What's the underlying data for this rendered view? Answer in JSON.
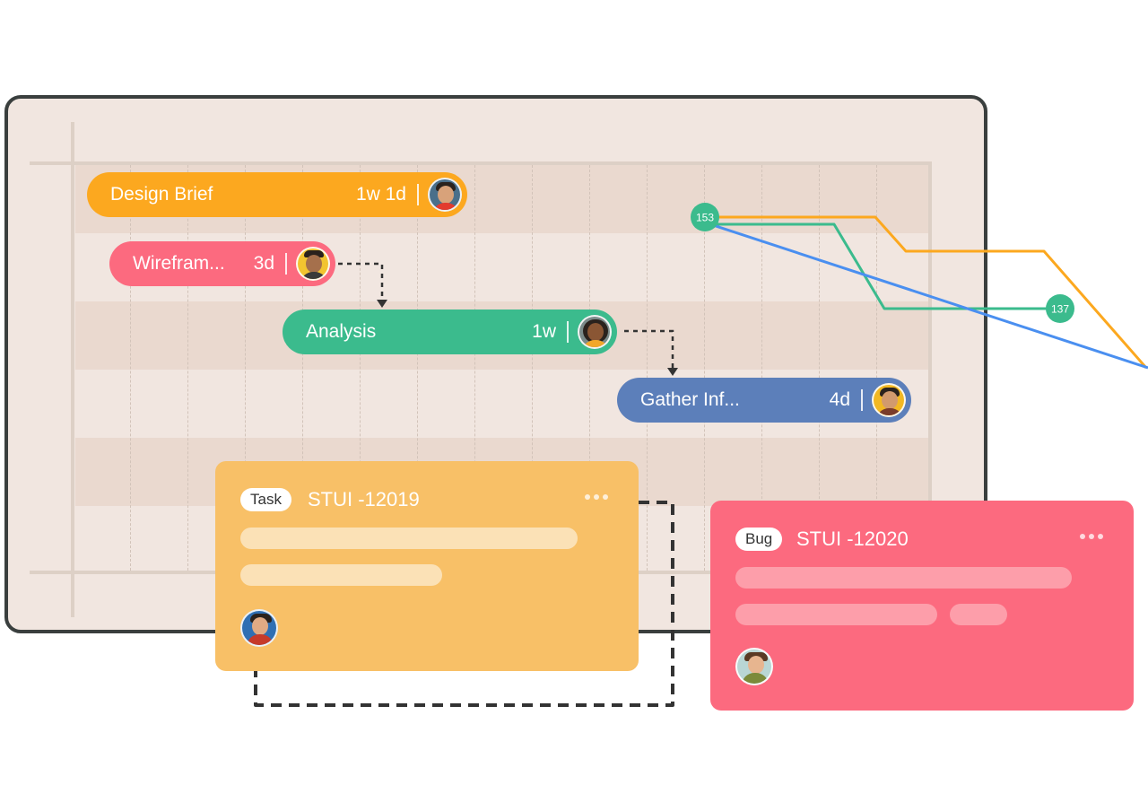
{
  "gantt": {
    "tasks": [
      {
        "name": "Design Brief",
        "duration": "1w 1d",
        "color": "#fca81f"
      },
      {
        "name": "Wirefram...",
        "duration": "3d",
        "color": "#fc6a7f"
      },
      {
        "name": "Analysis",
        "duration": "1w",
        "color": "#3bbb8d"
      },
      {
        "name": "Gather Inf...",
        "duration": "4d",
        "color": "#5c7fba"
      }
    ]
  },
  "chart": {
    "start_label": "153",
    "end_label": "137",
    "colors": {
      "orange": "#fca81f",
      "green": "#3bbb8d",
      "blue": "#4a8ff0"
    }
  },
  "cards": [
    {
      "type": "Task",
      "id": "STUI -12019",
      "color": "#f8c067"
    },
    {
      "type": "Bug",
      "id": "STUI -12020",
      "color": "#fc6a7f"
    }
  ],
  "icons": [
    "avatar",
    "more-dots-icon",
    "arrow-down-icon"
  ]
}
